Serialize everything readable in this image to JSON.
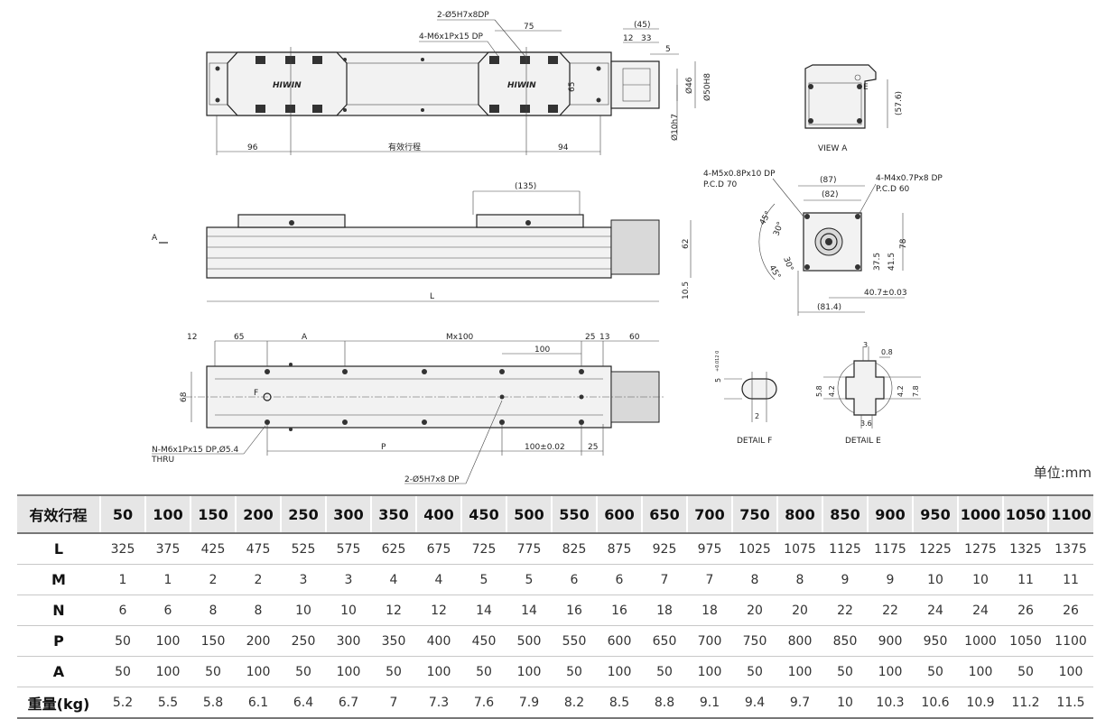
{
  "drawing": {
    "top_view": {
      "callout_dowel": "2-Ø5H7x8DP",
      "callout_tap": "4-M6x1Px15 DP",
      "dim_75": "75",
      "dim_45": "(45)",
      "dim_12": "12",
      "dim_33": "33",
      "dim_5": "5",
      "dim_65": "65",
      "dim_46": "Ø46",
      "dim_50h8": "Ø50H8",
      "dim_10h7": "Ø10h7",
      "dim_96": "96",
      "dim_stroke": "有效行程",
      "dim_94": "94",
      "brand_logo": "HIWIN"
    },
    "view_a": {
      "dim_e": "E",
      "dim_57_6": "(57.6)",
      "caption": "VIEW A"
    },
    "side_view": {
      "dim_135": "(135)",
      "label_a": "A",
      "dim_62": "62",
      "dim_l": "L",
      "dim_10_5": "10.5"
    },
    "flange_view": {
      "callout_m5": "4-M5x0.8Px10 DP",
      "pcd70": "P.C.D 70",
      "callout_m4": "4-M4x0.7Px8 DP",
      "pcd60": "P.C.D 60",
      "dim_87": "(87)",
      "dim_82": "(82)",
      "angle_45_top": "45°",
      "angle_30_top": "30°",
      "angle_30_bot": "30°",
      "angle_45_bot": "45°",
      "dim_78": "78",
      "dim_41_5": "41.5",
      "dim_37_5": "37.5",
      "dim_40_7": "40.7±0.03",
      "dim_81_4": "(81.4)"
    },
    "bottom_view": {
      "dim_12": "12",
      "dim_65": "65",
      "dim_a": "A",
      "dim_mx100": "Mx100",
      "dim_25_top": "25",
      "dim_13": "13",
      "dim_60": "60",
      "dim_100": "100",
      "dim_68": "68",
      "label_f": "F",
      "callout_n": "N-M6x1Px15 DP,Ø5.4",
      "callout_thru": "THRU",
      "dim_p": "P",
      "dim_100_tol": "100±0.02",
      "dim_25_bot": "25",
      "callout_dowel": "2-Ø5H7x8 DP"
    },
    "detail_f": {
      "dim_5": "5",
      "tol": "+0.012 0",
      "dim_2": "2",
      "caption": "DETAIL F"
    },
    "detail_e": {
      "dim_3": "3",
      "dim_0_8": "0.8",
      "dim_5_8": "5.8",
      "dim_4_2_left": "4.2",
      "dim_4_2_right": "4.2",
      "dim_7_8": "7.8",
      "dim_3_6": "3.6",
      "caption": "DETAIL E"
    }
  },
  "unit_label": "单位:mm",
  "table": {
    "header_label": "有效行程",
    "strokes": [
      "50",
      "100",
      "150",
      "200",
      "250",
      "300",
      "350",
      "400",
      "450",
      "500",
      "550",
      "600",
      "650",
      "700",
      "750",
      "800",
      "850",
      "900",
      "950",
      "1000",
      "1050",
      "1100"
    ],
    "rows": [
      {
        "label": "L",
        "values": [
          "325",
          "375",
          "425",
          "475",
          "525",
          "575",
          "625",
          "675",
          "725",
          "775",
          "825",
          "875",
          "925",
          "975",
          "1025",
          "1075",
          "1125",
          "1175",
          "1225",
          "1275",
          "1325",
          "1375"
        ]
      },
      {
        "label": "M",
        "values": [
          "1",
          "1",
          "2",
          "2",
          "3",
          "3",
          "4",
          "4",
          "5",
          "5",
          "6",
          "6",
          "7",
          "7",
          "8",
          "8",
          "9",
          "9",
          "10",
          "10",
          "11",
          "11"
        ]
      },
      {
        "label": "N",
        "values": [
          "6",
          "6",
          "8",
          "8",
          "10",
          "10",
          "12",
          "12",
          "14",
          "14",
          "16",
          "16",
          "18",
          "18",
          "20",
          "20",
          "22",
          "22",
          "24",
          "24",
          "26",
          "26"
        ]
      },
      {
        "label": "P",
        "values": [
          "50",
          "100",
          "150",
          "200",
          "250",
          "300",
          "350",
          "400",
          "450",
          "500",
          "550",
          "600",
          "650",
          "700",
          "750",
          "800",
          "850",
          "900",
          "950",
          "1000",
          "1050",
          "1100"
        ]
      },
      {
        "label": "A",
        "values": [
          "50",
          "100",
          "50",
          "100",
          "50",
          "100",
          "50",
          "100",
          "50",
          "100",
          "50",
          "100",
          "50",
          "100",
          "50",
          "100",
          "50",
          "100",
          "50",
          "100",
          "50",
          "100"
        ]
      },
      {
        "label": "重量(kg)",
        "values": [
          "5.2",
          "5.5",
          "5.8",
          "6.1",
          "6.4",
          "6.7",
          "7",
          "7.3",
          "7.6",
          "7.9",
          "8.2",
          "8.5",
          "8.8",
          "9.1",
          "9.4",
          "9.7",
          "10",
          "10.3",
          "10.6",
          "10.9",
          "11.2",
          "11.5"
        ]
      }
    ]
  }
}
